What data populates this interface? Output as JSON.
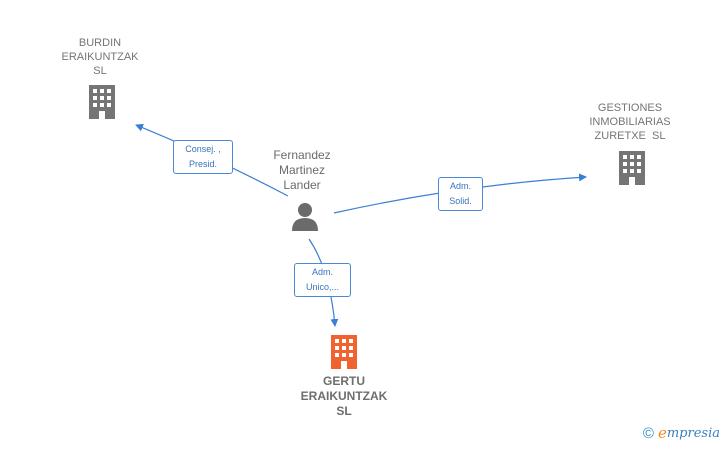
{
  "nodes": {
    "burdin": {
      "lines": [
        "BURDIN",
        "ERAIKUNTZAK",
        "SL"
      ]
    },
    "gestiones": {
      "lines": [
        "GESTIONES",
        "INMOBILIARIAS",
        "ZURETXE  SL"
      ]
    },
    "gertu": {
      "lines": [
        "GERTU",
        "ERAIKUNTZAK",
        "SL"
      ]
    },
    "person": {
      "lines": [
        "Fernandez",
        "Martinez",
        "Lander"
      ]
    }
  },
  "edges": {
    "to_burdin": {
      "lines": [
        "Consej. ,",
        "Presid."
      ]
    },
    "to_gestiones": {
      "lines": [
        "Adm.",
        "Solid."
      ]
    },
    "to_gertu": {
      "lines": [
        "Adm.",
        "Unico,..."
      ]
    }
  },
  "colors": {
    "company_icon": "#757575",
    "main_company_icon": "#f0622e",
    "person_icon": "#6b6b6b",
    "edge": "#3a7fd5"
  },
  "icons": {
    "company": "building-icon",
    "person": "person-icon",
    "copyright": "copyright-icon"
  },
  "footer": {
    "copyright": "©",
    "brand_initial": "e",
    "brand_rest": "mpresia"
  }
}
